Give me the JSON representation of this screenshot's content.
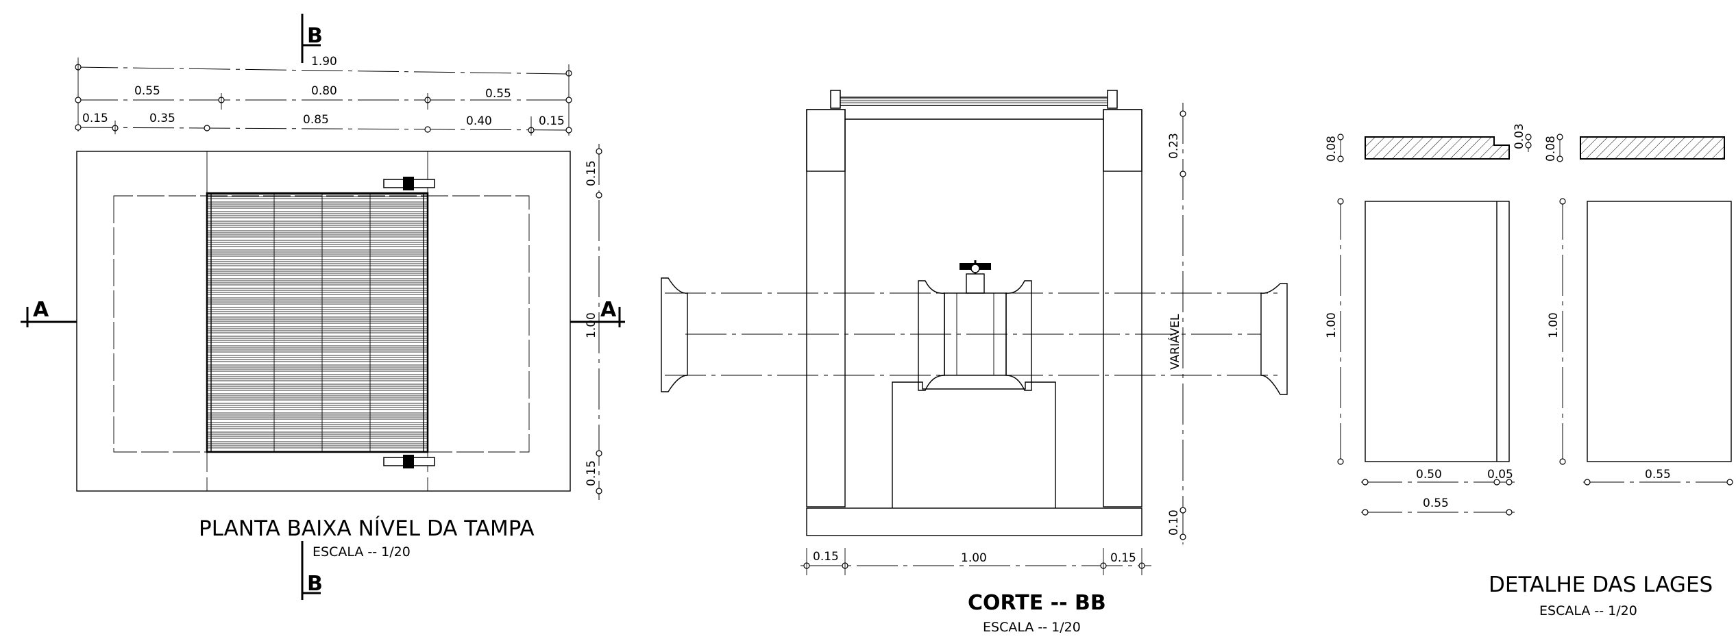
{
  "plan": {
    "title": "PLANTA BAIXA NÍVEL DA TAMPA",
    "scale": "ESCALA -- 1/20",
    "section_b_top": "B",
    "section_b_bottom": "B",
    "section_a_left": "A",
    "section_a_right": "A",
    "dims": {
      "total": "1.90",
      "row2": [
        "0.55",
        "0.80",
        "0.55"
      ],
      "row3": [
        "0.15",
        "0.35",
        "0.85",
        "0.40",
        "0.15"
      ],
      "right_top": "0.15",
      "right_mid": "1.00",
      "right_bottom": "0.15"
    }
  },
  "section": {
    "title": "CORTE -- BB",
    "scale": "ESCALA -- 1/20",
    "dims": {
      "top": "0.23",
      "variable": "VARIÁVEL",
      "bottom": "0.10",
      "left": "0.15",
      "mid": "1.00",
      "right": "0.15"
    }
  },
  "detail": {
    "title": "DETALHE DAS LAGES",
    "scale": "ESCALA -- 1/20",
    "dims": {
      "slab1_thick": "0.08",
      "slab1_height": "1.00",
      "slab1_w1": "0.50",
      "slab1_w2": "0.05",
      "slab1_total": "0.55",
      "slab2_notch": "0.03",
      "slab2_thick": "0.08",
      "slab2_height": "1.00",
      "slab2_w": "0.55"
    }
  }
}
